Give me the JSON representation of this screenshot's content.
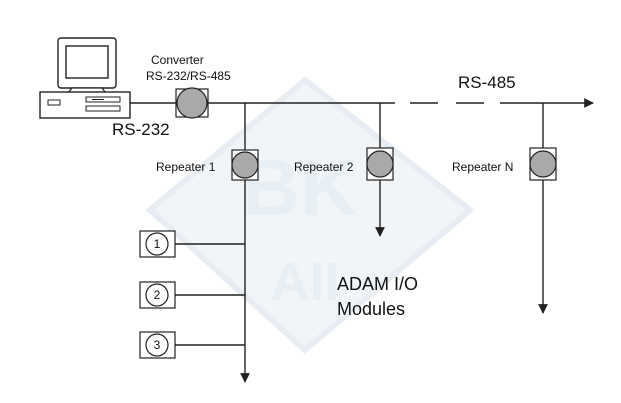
{
  "labels": {
    "converter_line1": "Converter",
    "converter_line2": "RS-232/RS-485",
    "rs232": "RS-232",
    "rs485": "RS-485",
    "repeater1": "Repeater 1",
    "repeater2": "Repeater 2",
    "repeatern": "Repeater N",
    "adam_line1": "ADAM I/O",
    "adam_line2": "Modules"
  },
  "watermark": {
    "text_line1": "BK",
    "text_line2": "AII"
  },
  "modules": [
    {
      "number": "1"
    },
    {
      "number": "2"
    },
    {
      "number": "3"
    }
  ],
  "colors": {
    "line": "#222222",
    "node_fill": "#a9a9a9",
    "module_fill": "#ffffff",
    "watermark": "#dfe8f0"
  },
  "icons": {
    "computer": "computer-icon",
    "converter": "converter-icon",
    "repeater": "repeater-icon",
    "module": "module-icon"
  }
}
